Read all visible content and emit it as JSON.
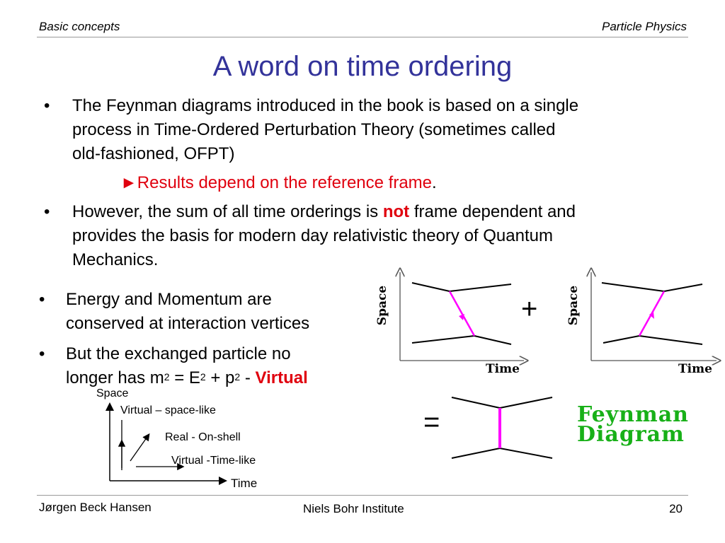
{
  "header": {
    "left": "Basic concepts",
    "right": "Particle Physics"
  },
  "title": "A word on time ordering",
  "bullets_top": [
    {
      "symbol": "•",
      "lines": [
        "The Feynman diagrams introduced in the book is based on a single",
        "process in Time-Ordered Perturbation Theory (sometimes called",
        "old-fashioned, OFPT)"
      ]
    }
  ],
  "arrow_note": {
    "arrow": "►",
    "text": "Results depend on the reference frame",
    "suffix": "."
  },
  "bullet_two": {
    "symbol": "•",
    "line1_before": "However, the sum of all time orderings is ",
    "line1_bold": "not",
    "line1_after": " frame dependent and",
    "line2": "provides the basis for modern day relativistic theory of Quantum",
    "line3": "Mechanics."
  },
  "bullets_left": {
    "b1": {
      "symbol": "•",
      "line1": "Energy and Momentum are",
      "line2": "conserved at interaction vertices"
    },
    "b2": {
      "symbol": "•",
      "line1": "But the exchanged particle no",
      "line2_before": "longer has m",
      "sup1": "2",
      "eq1": " = E",
      "sup2": "2",
      "eq2": " + p",
      "sup3": "2",
      "eq3": " - ",
      "virtual": "Virtual"
    }
  },
  "diagrams": {
    "space_label": "Space",
    "time_label": "Time",
    "plus": "+",
    "equals": "=",
    "feynman_line1": "Feynman",
    "feynman_line2": "Diagram",
    "colors": {
      "propagator": "#ff00ff",
      "feynman_text": "#18b018"
    }
  },
  "small_plot": {
    "space": "Space",
    "time": "Time",
    "virtual_space": "Virtual – space-like",
    "real": "Real - On-shell",
    "virtual_time": "Virtual -Time-like"
  },
  "footer": {
    "left": "Jørgen Beck Hansen",
    "center": "Niels Bohr Institute",
    "right": "20"
  }
}
